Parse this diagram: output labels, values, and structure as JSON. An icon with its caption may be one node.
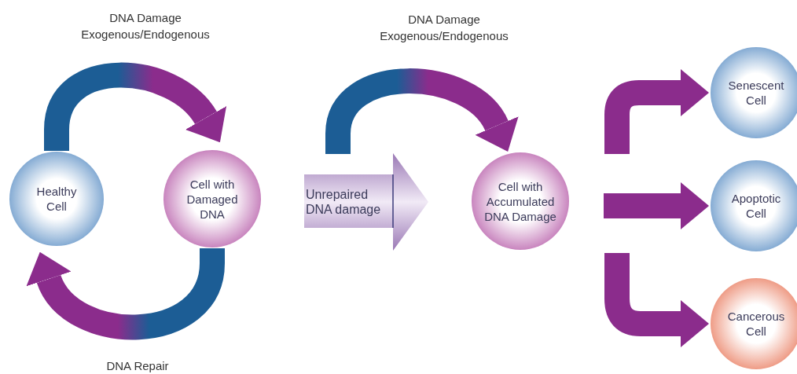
{
  "diagram": {
    "nodes": [
      {
        "text": [
          "Healthy Cell"
        ]
      },
      {
        "text": [
          "Cell with Damaged DNA"
        ]
      },
      {
        "text": [
          "Unrepaired DNA damage"
        ]
      },
      {
        "text": [
          "Cell with Accumulated DNA Damage"
        ]
      },
      {
        "text": [
          "Senescent Cell"
        ]
      },
      {
        "text": [
          "Apoptotic Cell"
        ]
      },
      {
        "text": [
          "Cancerous Cell"
        ]
      }
    ],
    "edges": [
      {
        "from": 0,
        "to": 1,
        "arrow": "to",
        "label": "DNA Damage Exogenous/Endogenous"
      },
      {
        "from": 1,
        "to": 0,
        "arrow": "to",
        "label": "DNA Repair"
      },
      {
        "from": null,
        "to": 3,
        "arrow": "to",
        "label": "DNA Damage Exogenous/Endogenous"
      },
      {
        "from": null,
        "to": 4,
        "arrow": "to"
      },
      {
        "from": null,
        "to": 5,
        "arrow": "to"
      },
      {
        "from": null,
        "to": 6,
        "arrow": "to"
      }
    ]
  }
}
